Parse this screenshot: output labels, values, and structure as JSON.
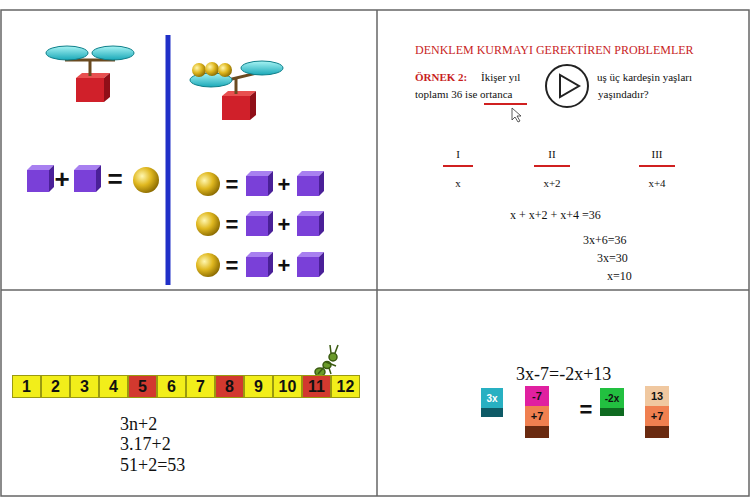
{
  "diagram": {
    "nodes": [
      {
        "text": [
          "1"
        ]
      },
      {
        "text": [
          "2"
        ]
      },
      {
        "text": [
          "3"
        ]
      },
      {
        "text": [
          "4"
        ]
      },
      {
        "text": [
          "5"
        ]
      },
      {
        "text": [
          "6"
        ]
      },
      {
        "text": [
          "7"
        ]
      },
      {
        "text": [
          "8"
        ]
      },
      {
        "text": [
          "9"
        ]
      },
      {
        "text": [
          "10"
        ]
      },
      {
        "text": [
          "11"
        ]
      },
      {
        "text": [
          "12"
        ]
      },
      {
        "text": [
          "3x"
        ]
      },
      {
        "text": [
          "-7"
        ]
      },
      {
        "text": [
          "+7"
        ]
      },
      {
        "text": [
          "-2x"
        ]
      },
      {
        "text": [
          "13"
        ]
      },
      {
        "text": [
          "+7"
        ]
      }
    ],
    "labels": [
      "DENKLEM KURMAYI GEREKTİREN PROBLEMLER",
      "ÖRNEK 2:",
      "İkişer yıl",
      "uş üç kardeşin yaşları",
      "toplamı 36 ise ortanca",
      "yaşındadır?",
      "I",
      "II",
      "III",
      "x",
      "x+2",
      "x+4",
      "x + x+2 + x+4 =36",
      "3x+6=36",
      "3x=30",
      "x=10",
      "+",
      "=",
      "=",
      "+",
      "=",
      "+",
      "=",
      "+",
      "3n+2",
      "3.17+2",
      "51+2=53",
      "3x-7=-2x+13",
      "="
    ]
  }
}
